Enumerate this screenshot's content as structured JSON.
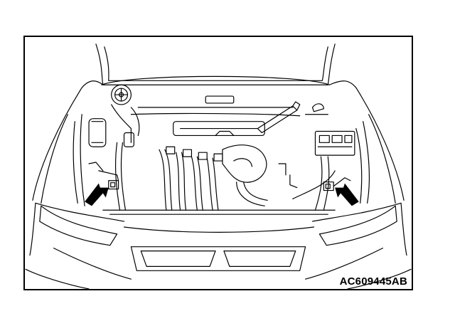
{
  "figure": {
    "code": "AC609445AB"
  },
  "callouts": [
    {
      "id": "left",
      "target": "left-connector"
    },
    {
      "id": "right",
      "target": "right-connector"
    }
  ],
  "colors": {
    "line": "#000000",
    "background": "#ffffff"
  }
}
